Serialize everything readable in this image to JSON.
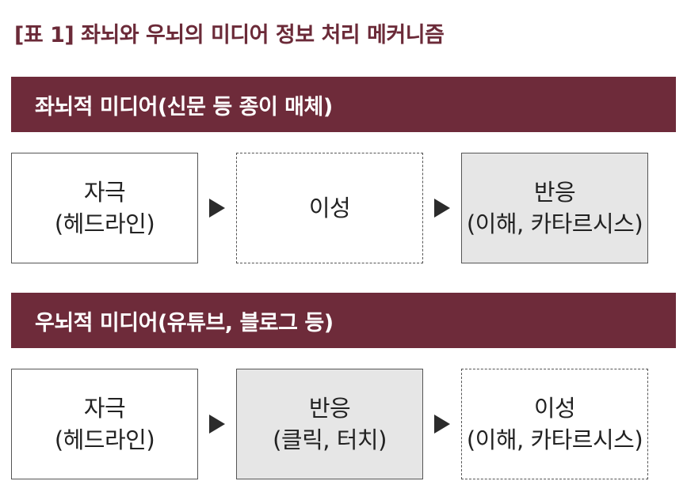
{
  "title": "[표 1] 좌뇌와 우뇌의 미디어 정보 처리 메커니즘",
  "sections": [
    {
      "heading": "좌뇌적 미디어(신문 등 종이 매체)",
      "boxes": [
        {
          "line1": "자극",
          "line2": "(헤드라인)",
          "style": "solid"
        },
        {
          "line1": "이성",
          "line2": "",
          "style": "dashed"
        },
        {
          "line1": "반응",
          "line2": "(이해,  카타르시스)",
          "style": "gray"
        }
      ]
    },
    {
      "heading": "우뇌적 미디어(유튜브, 블로그 등)",
      "boxes": [
        {
          "line1": "자극",
          "line2": "(헤드라인)",
          "style": "solid"
        },
        {
          "line1": "반응",
          "line2": "(클릭, 터치)",
          "style": "gray"
        },
        {
          "line1": "이성",
          "line2": "(이해, 카타르시스)",
          "style": "dashed"
        }
      ]
    }
  ],
  "colors": {
    "band": "#6e2b3a",
    "title": "#6b2a38",
    "gray_box": "#e6e6e6",
    "arrow": "#2b2b2b"
  },
  "icons": {
    "flow_arrow": "triangle-right-icon"
  }
}
